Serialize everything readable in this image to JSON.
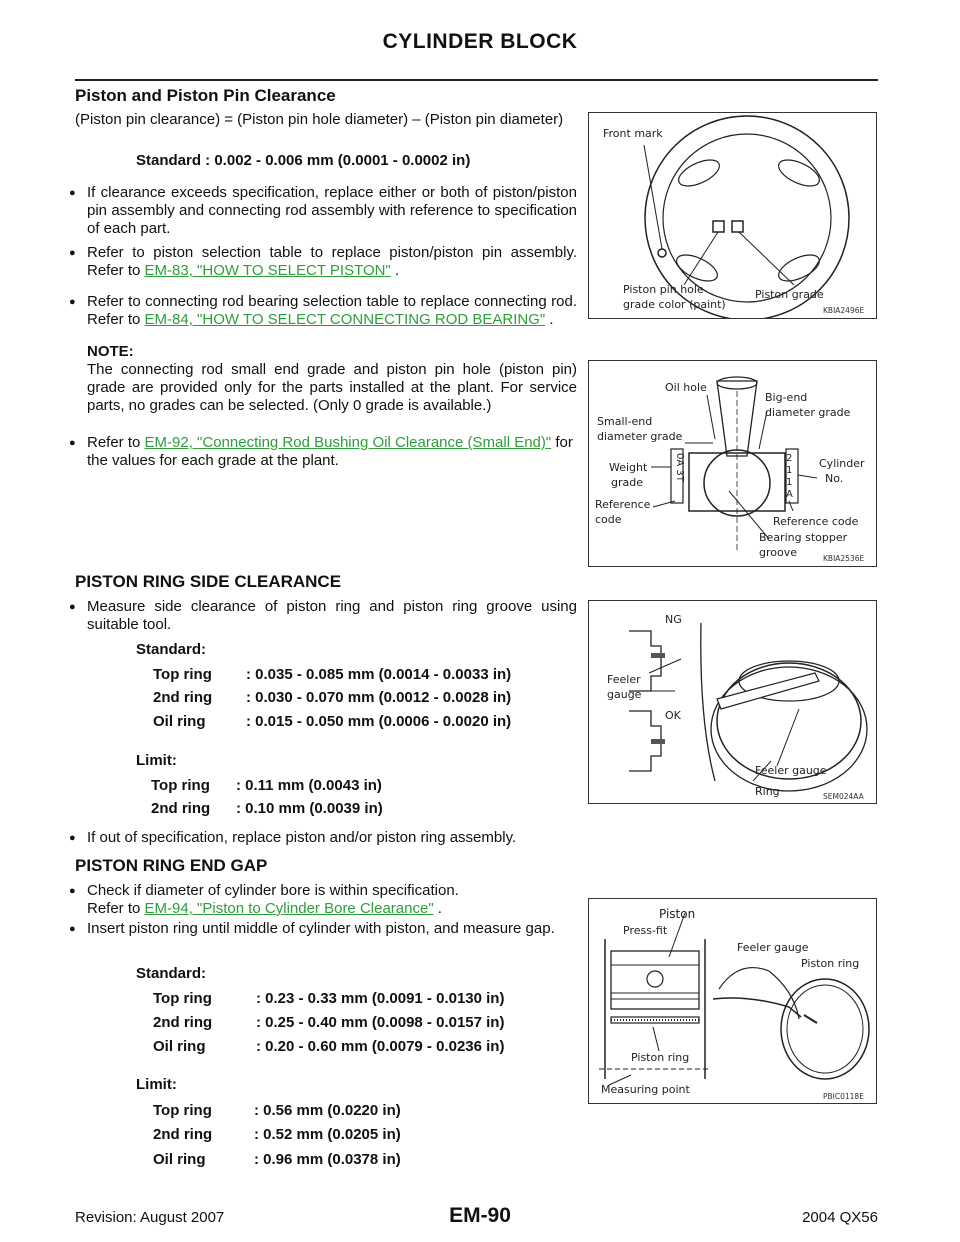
{
  "header": {
    "title": "CYLINDER BLOCK"
  },
  "section1": {
    "heading": "Piston and Piston Pin Clearance",
    "formula": "(Piston pin clearance) = (Piston pin hole diameter) – (Piston pin diameter)",
    "standard": "Standard : 0.002 - 0.006 mm (0.0001 - 0.0002 in)",
    "bullet1": "If clearance exceeds specification, replace either or both of piston/piston pin assembly and connecting rod assembly with reference to specification of each part.",
    "bullet2_text": "Refer to piston selection table to replace piston/piston pin assembly. Refer to",
    "bullet2_link": "EM-83, \"HOW TO SELECT PISTON\"",
    "bullet3_text": "Refer to connecting rod bearing selection table to replace connecting rod. Refer to",
    "bullet3_link": "EM-84, \"HOW TO SELECT CONNECTING ROD BEARING\"",
    "note_label": "NOTE:",
    "note_text": "The connecting rod small end grade and piston pin hole (piston pin) grade are provided only for the parts installed at the plant. For service parts, no grades can be selected. (Only 0 grade is available.)",
    "bullet4_text": "Refer to",
    "bullet4_link": "EM-92, \"Connecting Rod Bushing Oil Clearance (Small End)\"",
    "bullet4_after": "for the values for each grade at the plant."
  },
  "fig1": {
    "front_mark": "Front mark",
    "pin_hole": "Piston pin hole",
    "grade_color": "grade color (paint)",
    "piston_grade": "Piston grade",
    "code": "KBIA2496E"
  },
  "fig2": {
    "oil_hole": "Oil hole",
    "big_end": "Big-end",
    "diameter_grade": "diameter grade",
    "small_end": "Small-end",
    "small_diam": "diameter grade",
    "weight": "Weight",
    "grade": "grade",
    "cylinder": "Cylinder",
    "no": "No.",
    "reference": "Reference",
    "code_word": "code",
    "reference_code": "Reference code",
    "bearing_stopper": "Bearing stopper",
    "groove": "groove",
    "stamp_left": "0A 3T",
    "stamp_right": "2 1 1 A",
    "code": "KBIA2536E"
  },
  "section2": {
    "heading": "PISTON RING SIDE CLEARANCE",
    "bullet1": "Measure side clearance of piston ring and piston ring groove using suitable tool.",
    "standard_label": "Standard:",
    "rows": [
      {
        "ring": "Top ring",
        "value": ": 0.035 - 0.085 mm (0.0014 - 0.0033 in)"
      },
      {
        "ring": "2nd ring",
        "value": ": 0.030 - 0.070 mm (0.0012 - 0.0028 in)"
      },
      {
        "ring": "Oil ring",
        "value": ": 0.015 - 0.050 mm (0.0006 - 0.0020 in)"
      }
    ],
    "limit_label": "Limit:",
    "limits": [
      {
        "ring": "Top ring",
        "value": ": 0.11 mm (0.0043 in)"
      },
      {
        "ring": "2nd ring",
        "value": ": 0.10 mm (0.0039 in)"
      }
    ],
    "bullet2": "If out of specification, replace piston and/or piston ring assembly."
  },
  "fig3": {
    "ng": "NG",
    "ok": "OK",
    "feeler": "Feeler",
    "gauge": "gauge",
    "feeler_gauge": "Feeler gauge",
    "ring": "Ring",
    "code": "SEM024AA"
  },
  "section3": {
    "heading": "PISTON RING END GAP",
    "bullet1_line1": "Check if diameter of cylinder bore is within specification.",
    "bullet1_text": "Refer to",
    "bullet1_link": "EM-94, \"Piston to Cylinder Bore Clearance\"",
    "bullet2": "Insert piston ring until middle of cylinder with piston, and measure gap.",
    "standard_label": "Standard:",
    "rows": [
      {
        "ring": "Top ring",
        "value": ": 0.23 - 0.33 mm (0.0091 - 0.0130 in)"
      },
      {
        "ring": "2nd ring",
        "value": ": 0.25 - 0.40 mm (0.0098 - 0.0157 in)"
      },
      {
        "ring": "Oil ring",
        "value": ": 0.20 - 0.60 mm (0.0079 - 0.0236 in)"
      }
    ],
    "limit_label": "Limit:",
    "limits": [
      {
        "ring": "Top ring",
        "value": ": 0.56 mm (0.0220 in)"
      },
      {
        "ring": "2nd ring",
        "value": ": 0.52 mm (0.0205 in)"
      },
      {
        "ring": "Oil ring",
        "value": ": 0.96 mm (0.0378 in)"
      }
    ]
  },
  "fig4": {
    "piston": "Piston",
    "press_fit": "Press-fit",
    "feeler_gauge": "Feeler gauge",
    "piston_ring": "Piston ring",
    "piston_ring_bottom": "Piston ring",
    "measuring_point": "Measuring point",
    "code": "PBIC0118E"
  },
  "footer": {
    "revision": "Revision: August 2007",
    "page": "EM-90",
    "model": "2004 QX56"
  }
}
